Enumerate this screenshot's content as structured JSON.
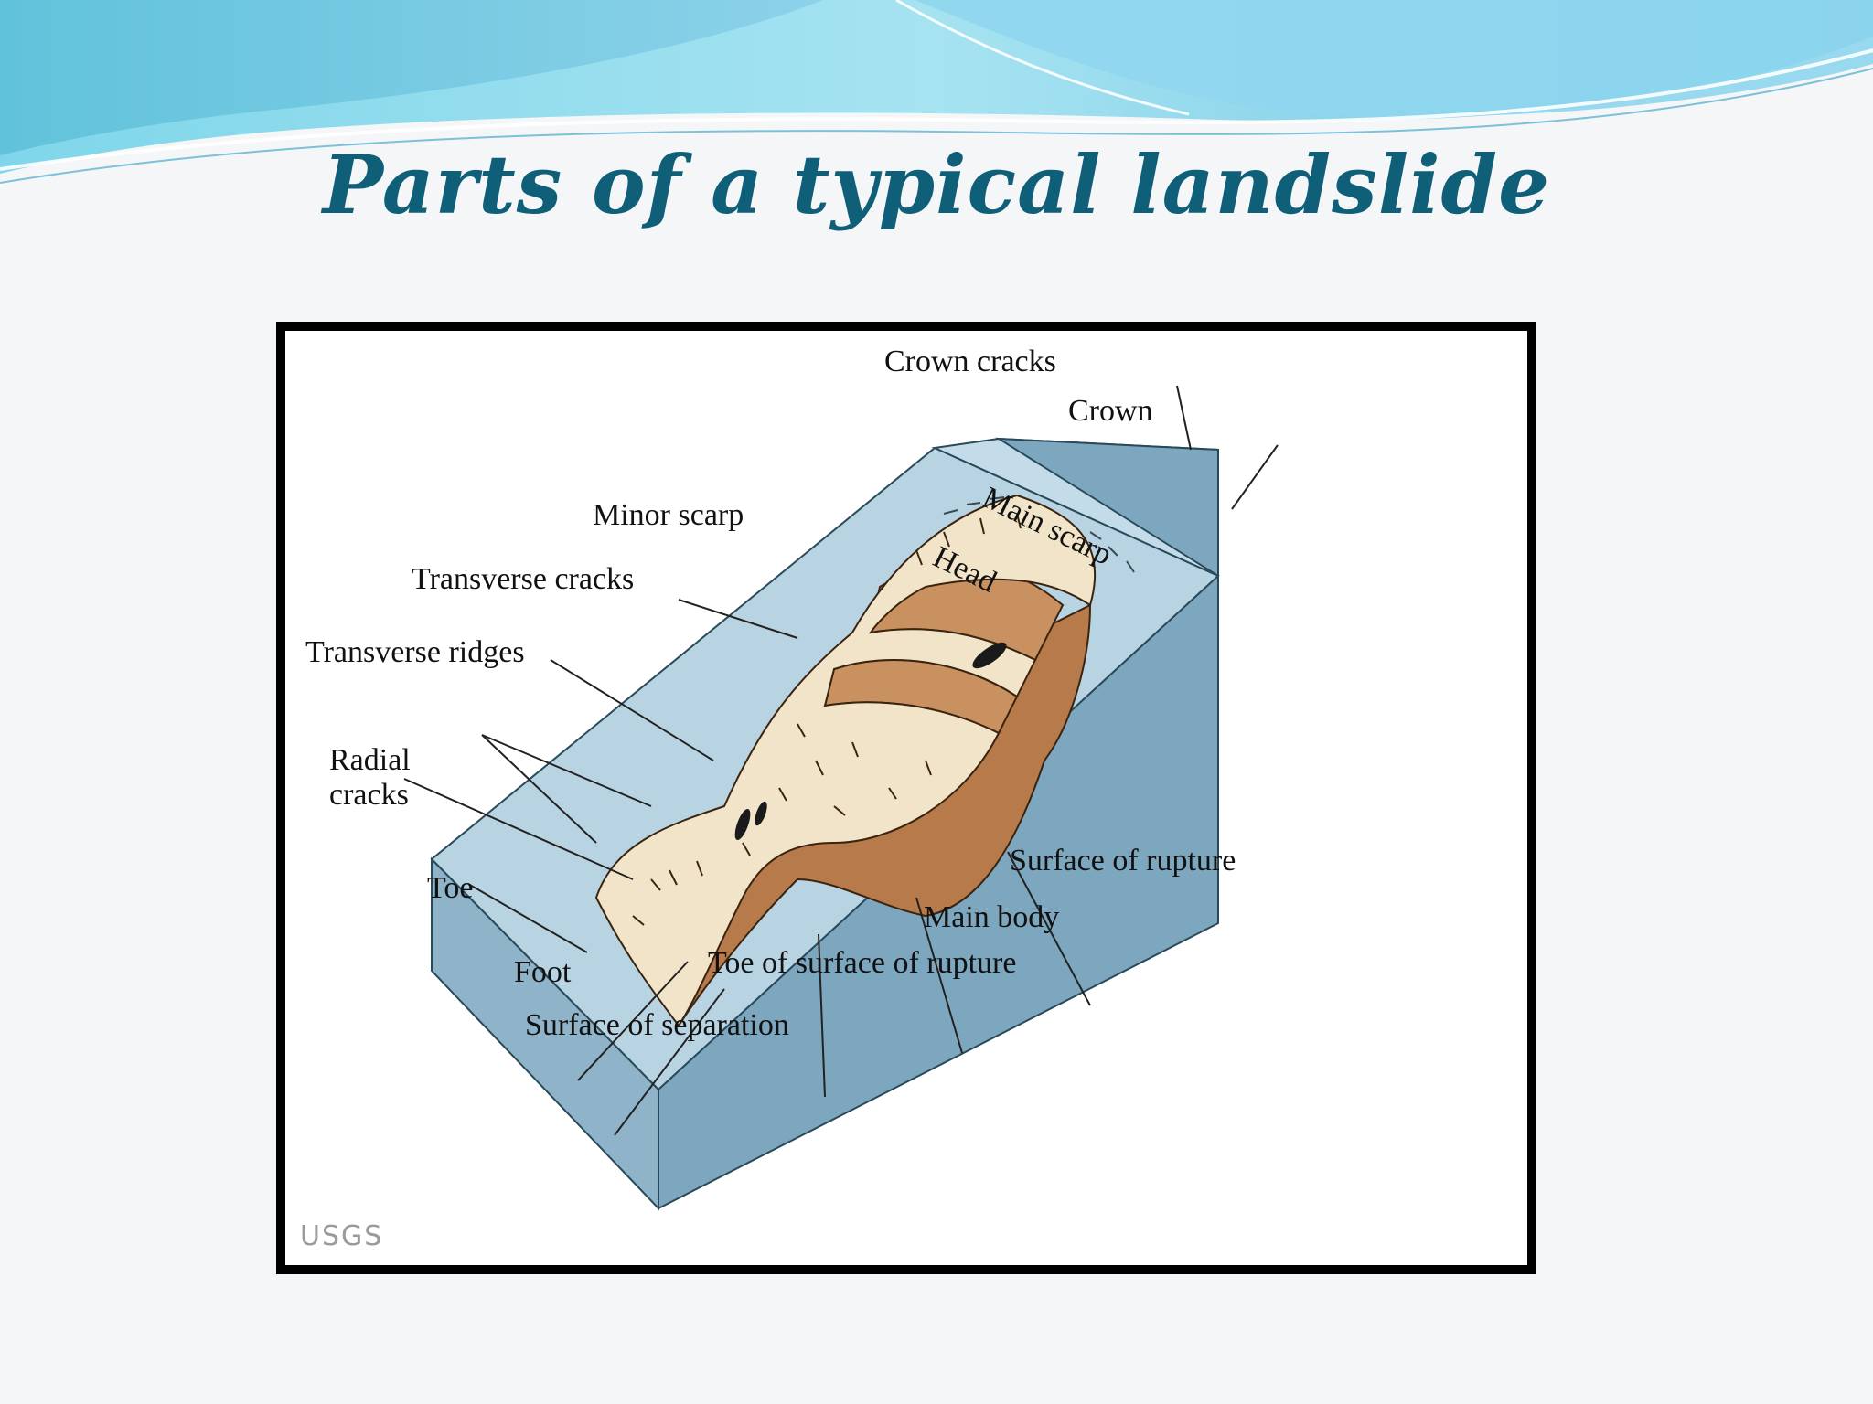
{
  "slide": {
    "title": "Parts of a typical landslide"
  },
  "diagram": {
    "labels": {
      "crown_cracks": "Crown cracks",
      "crown": "Crown",
      "minor_scarp": "Minor scarp",
      "transverse_cracks": "Transverse cracks",
      "transverse_ridges": "Transverse ridges",
      "radial_cracks_1": "Radial",
      "radial_cracks_2": "cracks",
      "main_scarp": "Main scarp",
      "head": "Head",
      "toe": "Toe",
      "foot": "Foot",
      "surface_of_separation": "Surface of separation",
      "toe_of_surface_of_rupture": "Toe of surface of rupture",
      "main_body": "Main body",
      "surface_of_rupture": "Surface of rupture"
    },
    "credit": "USGS"
  },
  "colors": {
    "title": "#0f5f78",
    "slope_top": "#b8d4e3",
    "slope_side": "#7da6bf",
    "landslide_debris": "#f1e4c8",
    "rupture_surface": "#b77a4a",
    "head_block": "#c8915f"
  }
}
